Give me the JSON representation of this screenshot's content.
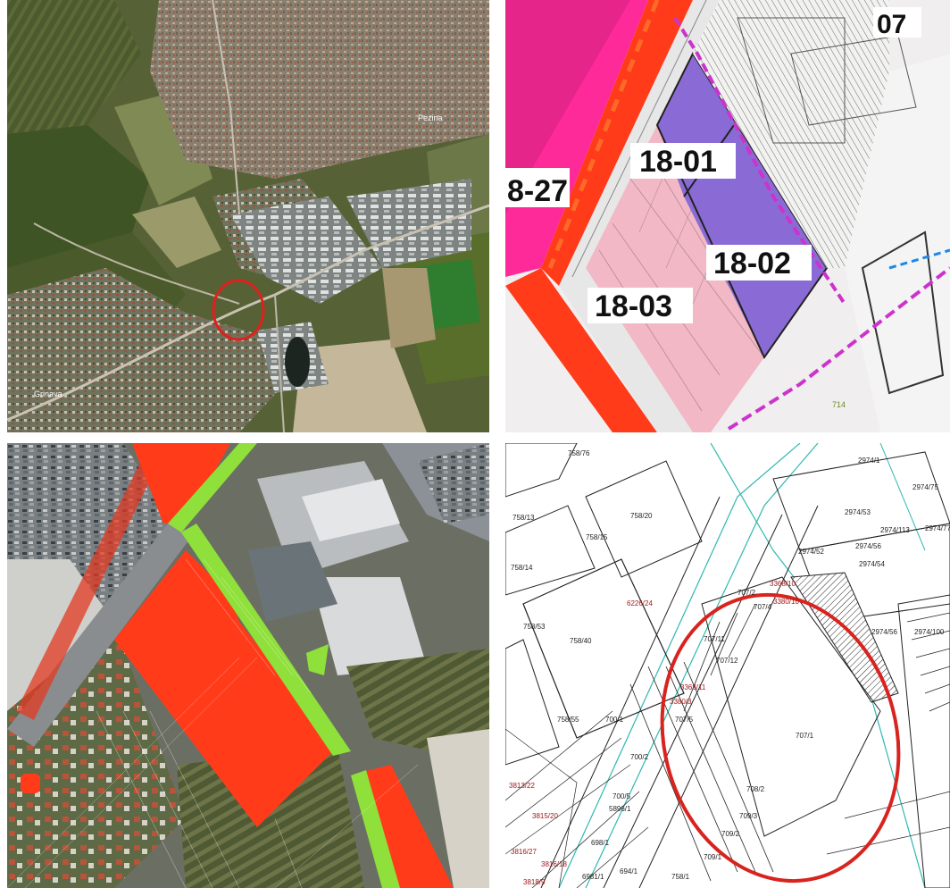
{
  "aerial": {
    "places": [
      "Pezina",
      "Grinava"
    ],
    "marker_color": "#e0201c"
  },
  "zoning": {
    "sheet_number": "07",
    "zones": [
      {
        "code": "18-01",
        "color": "#8a6bd6"
      },
      {
        "code": "18-02",
        "color": "#8a6bd6"
      },
      {
        "code": "18-03",
        "color": "#f2b8c6"
      },
      {
        "code": "8-27",
        "color": "#ff2a9a"
      }
    ],
    "small_label": "714"
  },
  "parcels": {
    "highlight_color": "#ff3b1a",
    "road_color": "#8fe03a"
  },
  "cadastre": {
    "parcel_labels": [
      "758/76",
      "758/13",
      "758/20",
      "758/15",
      "758/14",
      "758/53",
      "758/40",
      "758/55",
      "2974/1",
      "2974/52",
      "2974/53",
      "2974/54",
      "2974/56",
      "2974/113",
      "2974/75",
      "2974/77",
      "2974/100",
      "2974/56",
      "707/12",
      "707/11",
      "707/2",
      "707/4",
      "707/1",
      "707/5",
      "700/2",
      "700/5",
      "700/1",
      "709/1",
      "709/2",
      "709/3",
      "6226/24",
      "3368/10",
      "3368/11",
      "3380/10",
      "3380/3",
      "5896/1",
      "694/1",
      "698/1",
      "758/1",
      "3813/22",
      "3815/20",
      "3816/27",
      "3816/18",
      "3818/9",
      "6981/1",
      "708/2"
    ],
    "circle_color": "#d8231e"
  }
}
